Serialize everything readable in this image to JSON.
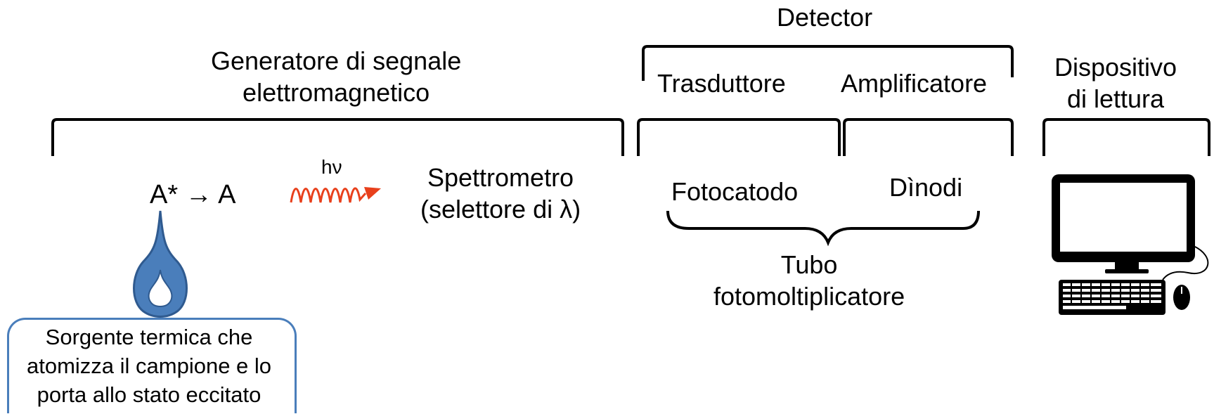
{
  "colors": {
    "bracket": "#000000",
    "flame_fill": "#4a7ebb",
    "flame_stroke": "#2f5a8f",
    "wave": "#e8401c",
    "callout_border": "#4a7ebb"
  },
  "sections": {
    "detector": "Detector",
    "generator": [
      "Generatore di segnale",
      "elettromagnetico"
    ],
    "reader": [
      "Dispositivo",
      "di lettura"
    ]
  },
  "detector_parts": {
    "transducer": "Trasduttore",
    "amplifier": "Amplificatore"
  },
  "components": {
    "transition": "A* → A",
    "photon": "hν",
    "spectrometer": [
      "Spettrometro",
      "(selettore di λ)"
    ],
    "photocathode": "Fotocatodo",
    "dynodes": "Dìnodi",
    "pmt": [
      "Tubo",
      "fotomoltiplicatore"
    ]
  },
  "callout": {
    "lines": [
      "Sorgente termica che",
      "atomizza il campione e lo",
      "porta allo stato eccitato"
    ]
  },
  "icons": {
    "flame": "flame-icon",
    "wave": "wavy-arrow-icon",
    "computer": "desktop-computer-icon"
  }
}
